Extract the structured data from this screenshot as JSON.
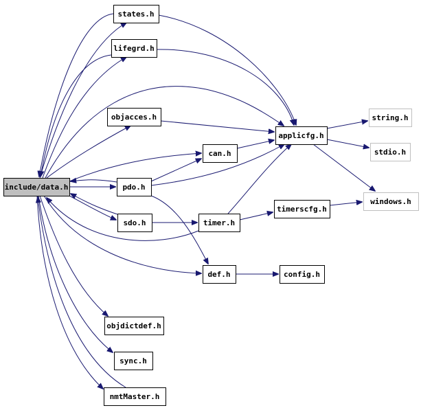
{
  "diagram": {
    "colors": {
      "edge": "#191970",
      "node_border": "#000000",
      "external_border": "#bfbfbf",
      "root_fill": "#bfbfbf",
      "node_fill": "#ffffff"
    },
    "nodes": [
      {
        "id": "data",
        "label": "include/data.h",
        "kind": "root"
      },
      {
        "id": "states",
        "label": "states.h",
        "kind": "file"
      },
      {
        "id": "lifegrd",
        "label": "lifegrd.h",
        "kind": "file"
      },
      {
        "id": "objacces",
        "label": "objacces.h",
        "kind": "file"
      },
      {
        "id": "can",
        "label": "can.h",
        "kind": "file"
      },
      {
        "id": "pdo",
        "label": "pdo.h",
        "kind": "file"
      },
      {
        "id": "sdo",
        "label": "sdo.h",
        "kind": "file"
      },
      {
        "id": "timer",
        "label": "timer.h",
        "kind": "file"
      },
      {
        "id": "def",
        "label": "def.h",
        "kind": "file"
      },
      {
        "id": "objdictdef",
        "label": "objdictdef.h",
        "kind": "file"
      },
      {
        "id": "sync",
        "label": "sync.h",
        "kind": "file"
      },
      {
        "id": "nmtMaster",
        "label": "nmtMaster.h",
        "kind": "file"
      },
      {
        "id": "applicfg",
        "label": "applicfg.h",
        "kind": "file"
      },
      {
        "id": "timerscfg",
        "label": "timerscfg.h",
        "kind": "file"
      },
      {
        "id": "config",
        "label": "config.h",
        "kind": "file"
      },
      {
        "id": "string",
        "label": "string.h",
        "kind": "external"
      },
      {
        "id": "stdio",
        "label": "stdio.h",
        "kind": "external"
      },
      {
        "id": "windows",
        "label": "windows.h",
        "kind": "external"
      }
    ],
    "edges": [
      {
        "from": "data",
        "to": "states"
      },
      {
        "from": "states",
        "to": "data"
      },
      {
        "from": "states",
        "to": "applicfg"
      },
      {
        "from": "data",
        "to": "lifegrd"
      },
      {
        "from": "lifegrd",
        "to": "data"
      },
      {
        "from": "lifegrd",
        "to": "applicfg"
      },
      {
        "from": "data",
        "to": "applicfg"
      },
      {
        "from": "data",
        "to": "objacces"
      },
      {
        "from": "objacces",
        "to": "applicfg"
      },
      {
        "from": "data",
        "to": "can"
      },
      {
        "from": "can",
        "to": "applicfg"
      },
      {
        "from": "data",
        "to": "pdo"
      },
      {
        "from": "pdo",
        "to": "data"
      },
      {
        "from": "pdo",
        "to": "can"
      },
      {
        "from": "pdo",
        "to": "applicfg"
      },
      {
        "from": "pdo",
        "to": "def"
      },
      {
        "from": "data",
        "to": "sdo"
      },
      {
        "from": "sdo",
        "to": "data"
      },
      {
        "from": "sdo",
        "to": "timer"
      },
      {
        "from": "timer",
        "to": "data"
      },
      {
        "from": "timer",
        "to": "applicfg"
      },
      {
        "from": "timer",
        "to": "timerscfg"
      },
      {
        "from": "data",
        "to": "def"
      },
      {
        "from": "def",
        "to": "config"
      },
      {
        "from": "data",
        "to": "objdictdef"
      },
      {
        "from": "data",
        "to": "sync"
      },
      {
        "from": "data",
        "to": "nmtMaster"
      },
      {
        "from": "nmtMaster",
        "to": "data"
      },
      {
        "from": "applicfg",
        "to": "string"
      },
      {
        "from": "applicfg",
        "to": "stdio"
      },
      {
        "from": "applicfg",
        "to": "windows"
      },
      {
        "from": "timerscfg",
        "to": "windows"
      }
    ]
  }
}
